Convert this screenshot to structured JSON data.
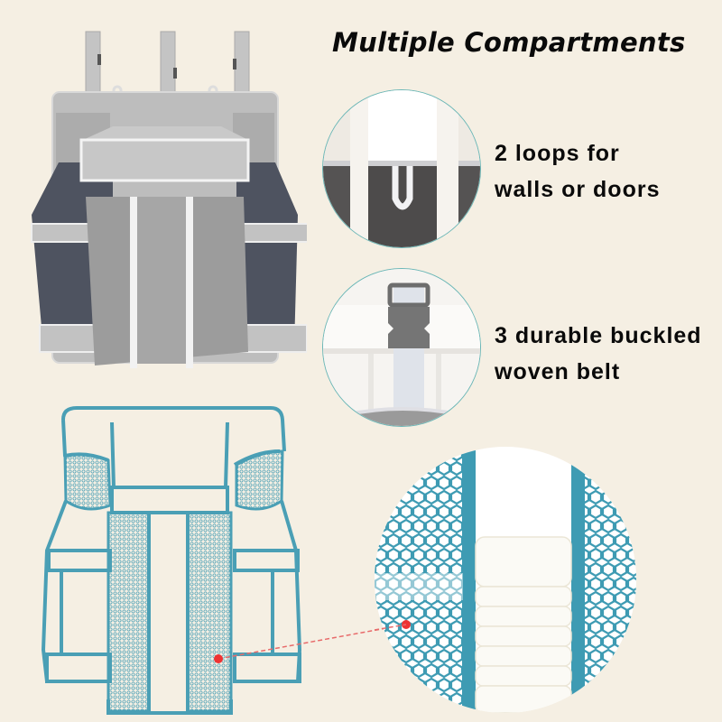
{
  "title": "Multiple Compartments",
  "features": [
    {
      "line1": "2 loops for",
      "line2": "walls or doors",
      "icon": "hanging-loop-icon"
    },
    {
      "line1": "3 durable buckled",
      "line2": "woven belt",
      "icon": "buckle-strap-icon"
    }
  ],
  "images": {
    "product_photo": "gray-hanging-diaper-caddy-organizer",
    "line_diagram": "teal-outline-organizer-diagram",
    "detail_mesh": "mesh-pocket-with-folded-diapers"
  },
  "colors": {
    "background": "#f5efe3",
    "teal": "#4a9fb5",
    "fabric_gray": "#b9b9b9",
    "marker_red": "#ee3333",
    "text": "#0a0a0a"
  }
}
